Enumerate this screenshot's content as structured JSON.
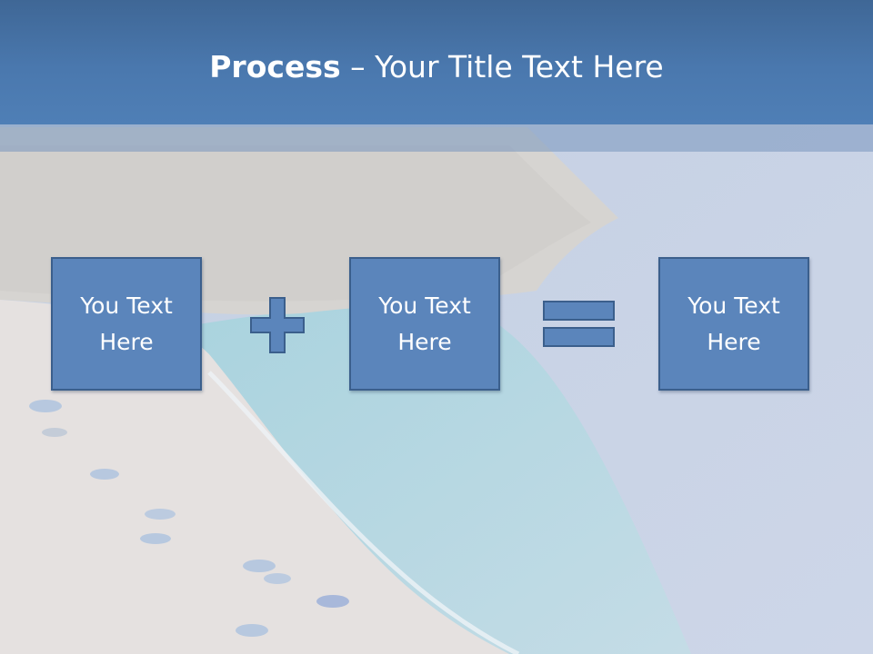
{
  "slide": {
    "title_bold": "Process",
    "title_rest": " – Your Title Text Here"
  },
  "steps": [
    {
      "label": "You Text Here"
    },
    {
      "label": "You Text Here"
    },
    {
      "label": "You Text Here"
    }
  ],
  "operators": [
    {
      "icon": "plus-icon"
    },
    {
      "icon": "equals-icon"
    }
  ],
  "colors": {
    "title_bar": "#4a78ae",
    "box_fill": "#5b85bb",
    "box_border": "#3b5f8c",
    "text": "#ffffff"
  }
}
